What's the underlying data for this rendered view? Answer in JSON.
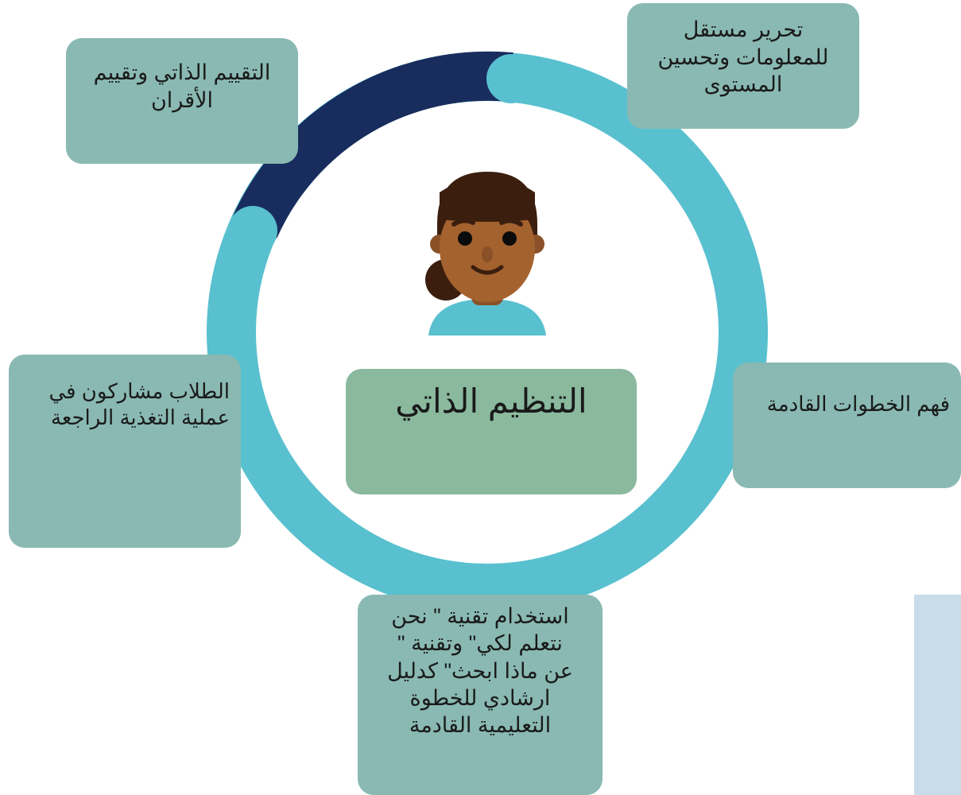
{
  "title": "التنظيم الذاتي",
  "items": {
    "top_right": "تحرير مستقل\nللمعلومات وتحسين\nالمستوى",
    "top_left": "التقييم الذاتي وتقييم\nالأقران",
    "left": "الطلاب مشاركون في\nعملية التغذية الراجعة",
    "right": "فهم الخطوات القادمة",
    "bottom": "استخدام تقنية \" نحن\nنتعلم لكي\" وتقنية \"\nعن ماذا ابحث\" كدليل\nارشادي للخطوة\nالتعليمية القادمة"
  },
  "colors": {
    "ring_light": "#59c0cf",
    "ring_dark": "#182d5e",
    "box": "#89b9b2",
    "center_box": "#8ab99e",
    "side_bar": "#c8dde9"
  },
  "icons": {
    "center": "student-avatar-icon"
  }
}
